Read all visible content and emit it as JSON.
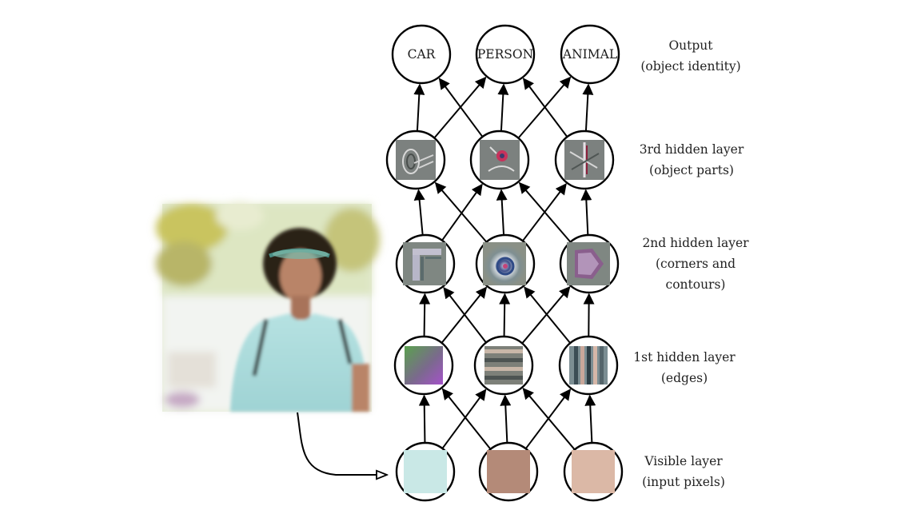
{
  "output_nodes": [
    "CAR",
    "PERSON",
    "ANIMAL"
  ],
  "layers": [
    {
      "key": "output",
      "lines": [
        "Output",
        "(object identity)"
      ]
    },
    {
      "key": "hidden3",
      "lines": [
        "3rd hidden layer",
        "(object parts)"
      ]
    },
    {
      "key": "hidden2",
      "lines": [
        "2nd hidden layer",
        "(corners and",
        "contours)"
      ]
    },
    {
      "key": "hidden1",
      "lines": [
        "1st hidden layer",
        "(edges)"
      ]
    },
    {
      "key": "visible",
      "lines": [
        "Visible layer",
        "(input pixels)"
      ]
    }
  ],
  "visible_pixel_colors": [
    "#c9e8e6",
    "#b48a78",
    "#dbb8a6"
  ],
  "colors": {
    "stroke": "#000000",
    "node_fill": "#ffffff",
    "photo_sky": "#dfe9c9",
    "photo_shirt": "#a9dcdc",
    "photo_hair": "#2c2118",
    "photo_skin": "#b98468",
    "feature_gray": "#7c817f"
  },
  "icons": [
    "photo-of-woman",
    "edge-feature",
    "contour-feature",
    "object-part-feature"
  ]
}
